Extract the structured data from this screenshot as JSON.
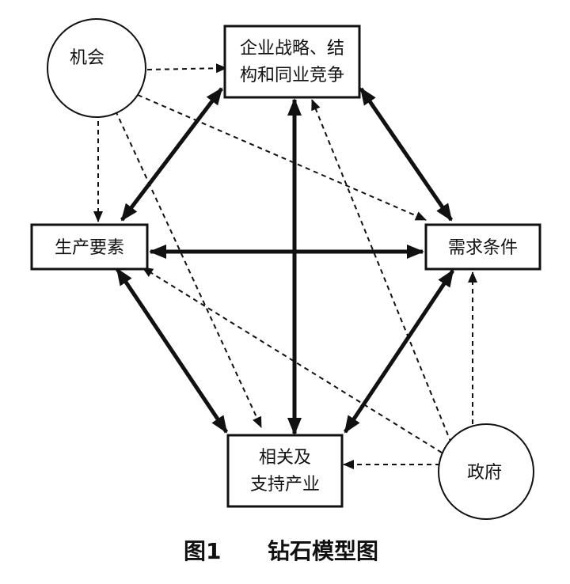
{
  "nodes": {
    "strategy": {
      "lines": [
        "企业战略、结",
        "构和同业竞争"
      ]
    },
    "factors": {
      "lines": [
        "生产要素"
      ]
    },
    "demand": {
      "lines": [
        "需求条件"
      ]
    },
    "related": {
      "lines": [
        "相关及",
        "支持产业"
      ]
    },
    "chance": {
      "label": "机会"
    },
    "government": {
      "label": "政府"
    }
  },
  "caption": {
    "figure_number": "图1",
    "title": "钻石模型图"
  },
  "relations": {
    "solid_two_way": [
      [
        "strategy",
        "factors"
      ],
      [
        "strategy",
        "demand"
      ],
      [
        "strategy",
        "related"
      ],
      [
        "factors",
        "demand"
      ],
      [
        "factors",
        "related"
      ],
      [
        "demand",
        "related"
      ]
    ],
    "dashed_one_way": [
      [
        "chance",
        "strategy"
      ],
      [
        "chance",
        "factors"
      ],
      [
        "chance",
        "demand"
      ],
      [
        "chance",
        "related"
      ],
      [
        "government",
        "strategy"
      ],
      [
        "government",
        "factors"
      ],
      [
        "government",
        "demand"
      ],
      [
        "government",
        "related"
      ]
    ]
  }
}
